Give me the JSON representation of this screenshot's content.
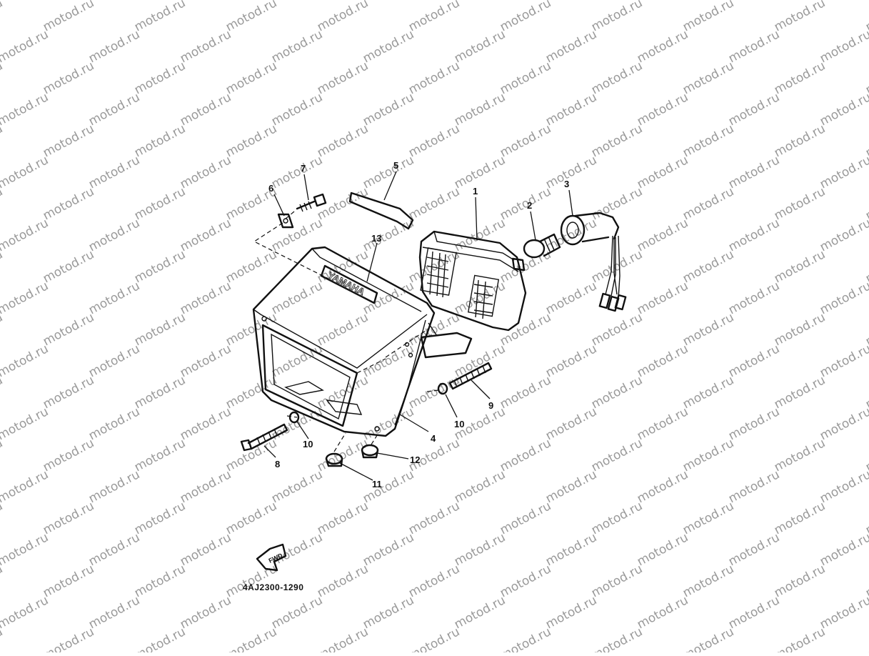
{
  "watermark": {
    "text": "motod.ru"
  },
  "diagram": {
    "part_code": "4AJ2300-1290",
    "brand_label": "YAMAHA",
    "front_arrow_label": "FWD",
    "callouts": {
      "p1": "1",
      "p2": "2",
      "p3": "3",
      "p4": "4",
      "p5": "5",
      "p6": "6",
      "p7": "7",
      "p8": "8",
      "p9": "9",
      "p10a": "10",
      "p10b": "10",
      "p11": "11",
      "p12": "12",
      "p13": "13"
    }
  }
}
